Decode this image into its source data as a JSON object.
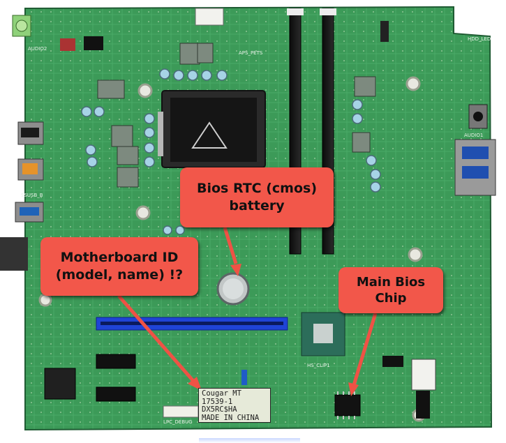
{
  "colors": {
    "pcb": "#3f9f5c",
    "pcb_dark": "#1f6a3a",
    "pcie": "#1f44d6",
    "callout": "#f2574a",
    "arrow": "#ef5245"
  },
  "callouts": {
    "rtc": {
      "line1": "Bios RTC (cmos)",
      "line2": "battery"
    },
    "board_id": {
      "line1": "Motherboard ID",
      "line2": "(model, name) !?"
    },
    "bios_chip": {
      "line1": "Main Bios",
      "line2": "Chip"
    }
  },
  "sticker": {
    "line1": "Cougar MT",
    "line2": "17539-1",
    "line3": "DX5RC$HA",
    "line4": "MADE IN CHINA"
  },
  "silkscreen": {
    "audio2": "AUDIO2",
    "audio1": "AUDIO1",
    "lpc_debug": "LPC_DEBUG",
    "hdd_led": "HDD_LED",
    "aps_pets": "APS_PETS",
    "ssusb": "SSUSB_B",
    "hs_clip": "HS_CLIP1"
  },
  "icons": [
    "cmos-battery-icon",
    "cpu-socket-icon",
    "bios-chip-icon",
    "chipset-icon"
  ]
}
